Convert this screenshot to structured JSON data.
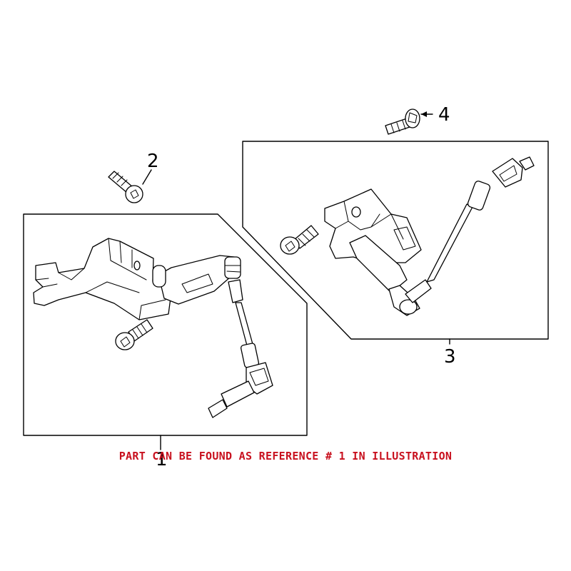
{
  "diagram": {
    "callouts": [
      {
        "id": "1",
        "label": "1"
      },
      {
        "id": "2",
        "label": "2"
      },
      {
        "id": "3",
        "label": "3"
      },
      {
        "id": "4",
        "label": "4"
      }
    ],
    "note": "PART CAN BE FOUND AS REFERENCE # 1 IN ILLUSTRATION",
    "note_color": "#c8101e"
  }
}
